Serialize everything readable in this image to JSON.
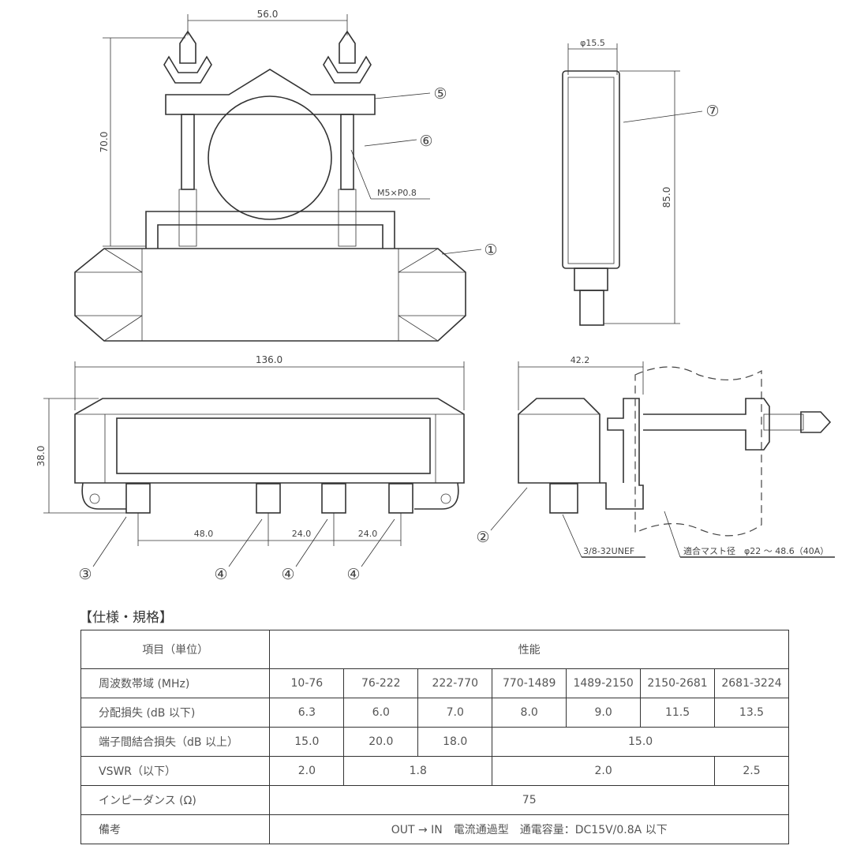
{
  "drawing": {
    "top_view": {
      "dim_width": "56.0",
      "dim_height": "70.0",
      "thread": "M5×P0.8",
      "callouts": [
        "⑤",
        "⑥",
        "①"
      ]
    },
    "side_view": {
      "dim_diameter": "φ15.5",
      "dim_height": "85.0",
      "callouts": [
        "⑦"
      ]
    },
    "front_view": {
      "dim_width": "136.0",
      "dim_height": "38.0",
      "dim_pitch1": "48.0",
      "dim_pitch2": "24.0",
      "dim_pitch3": "24.0",
      "callouts": [
        "③",
        "④",
        "④",
        "④"
      ]
    },
    "mount_view": {
      "dim_depth": "42.2",
      "connector": "3/8-32UNEF",
      "mast": "適合マスト径　φ22 ～ 48.6（40A）",
      "callouts": [
        "②"
      ]
    }
  },
  "spec": {
    "title": "【仕様・規格】",
    "header_item": "項目（単位）",
    "header_perf": "性能",
    "rows": {
      "freq": {
        "label": "周波数帯域 (MHz)",
        "values": [
          "10-76",
          "76-222",
          "222-770",
          "770-1489",
          "1489-2150",
          "2150-2681",
          "2681-3224"
        ]
      },
      "loss": {
        "label": "分配損失 (dB 以下)",
        "values": [
          "6.3",
          "6.0",
          "7.0",
          "8.0",
          "9.0",
          "11.5",
          "13.5"
        ]
      },
      "isolation": {
        "label": "端子間結合損失（dB 以上）",
        "values": [
          "15.0",
          "20.0",
          "18.0",
          "15.0"
        ]
      },
      "vswr": {
        "label": "VSWR（以下）",
        "values": [
          "2.0",
          "1.8",
          "2.0",
          "2.5"
        ]
      },
      "impedance": {
        "label": "インピーダンス (Ω)",
        "value": "75"
      },
      "notes": {
        "label": "備考",
        "value": "OUT → IN　電流通過型　通電容量：DC15V/0.8A 以下"
      }
    }
  }
}
